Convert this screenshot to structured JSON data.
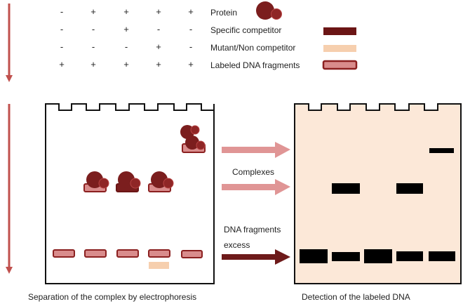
{
  "legend": {
    "rows": [
      {
        "label": "Protein",
        "signs": [
          "-",
          "+",
          "+",
          "+",
          "+"
        ],
        "icon": "protein-icon"
      },
      {
        "label": "Specific competitor",
        "signs": [
          "-",
          "-",
          "+",
          "-",
          "-"
        ],
        "icon": "specific-competitor-icon"
      },
      {
        "label": "Mutant/Non competitor",
        "signs": [
          "-",
          "-",
          "-",
          "+",
          "-"
        ],
        "icon": "mutant-competitor-icon"
      },
      {
        "label": "Labeled DNA fragments",
        "signs": [
          "+",
          "+",
          "+",
          "+",
          "+"
        ],
        "icon": "labeled-dna-icon"
      }
    ]
  },
  "arrows": {
    "complexes_label": "Complexes",
    "excess_line1": "DNA fragments",
    "excess_line2": "excess"
  },
  "captions": {
    "left": "Separation of the complex by electrophoresis",
    "right": "Detection of the labeled DNA"
  },
  "colors": {
    "protein": "#7b1e1e",
    "protein_light": "#a13232",
    "specific_competitor": "#6b1515",
    "mutant_competitor": "#f6cfae",
    "labeled_dna_fill": "#d98c8c",
    "labeled_dna_border": "#8b2020",
    "gel_detection_bg": "#fce8d8",
    "arrow_light": "#e09595",
    "arrow_dark": "#6e1a1a",
    "band": "#000000",
    "side_arrow": "#c0504d"
  }
}
